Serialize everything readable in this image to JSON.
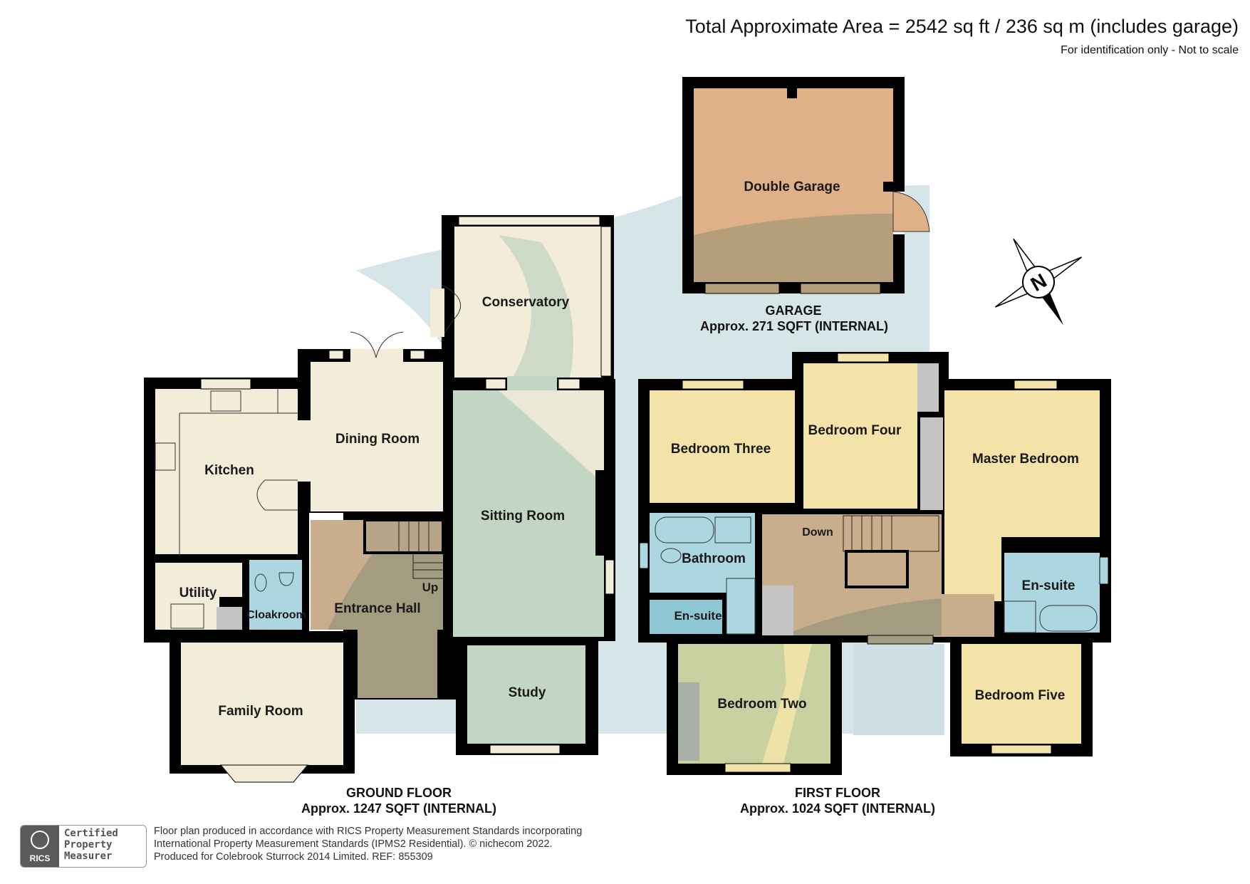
{
  "header": {
    "total_area": "Total Approximate Area = 2542 sq ft / 236 sq m (includes garage)",
    "disclaimer": "For identification only - Not to scale"
  },
  "compass": {
    "label": "N",
    "icon": "north-compass-icon"
  },
  "floors": {
    "garage": {
      "title": "GARAGE",
      "area": "Approx. 271 SQFT (INTERNAL)"
    },
    "ground": {
      "title": "GROUND FLOOR",
      "area": "Approx. 1247 SQFT (INTERNAL)"
    },
    "first": {
      "title": "FIRST FLOOR",
      "area": "Approx. 1024 SQFT (INTERNAL)"
    }
  },
  "rooms": {
    "double_garage": "Double Garage",
    "conservatory": "Conservatory",
    "dining_room": "Dining Room",
    "kitchen": "Kitchen",
    "sitting_room": "Sitting Room",
    "utility": "Utility",
    "cloakroom": "Cloakroom",
    "entrance_hall": "Entrance Hall",
    "up": "Up",
    "family_room": "Family Room",
    "study": "Study",
    "bedroom_three": "Bedroom Three",
    "bedroom_four": "Bedroom Four",
    "master_bedroom": "Master Bedroom",
    "bathroom": "Bathroom",
    "down": "Down",
    "ensuite_1": "En-suite",
    "ensuite_2": "En-suite",
    "bedroom_two": "Bedroom Two",
    "bedroom_five": "Bedroom Five"
  },
  "colors": {
    "wall": "#000000",
    "cream": "#f2ecd9",
    "sage": "#c3d6c3",
    "yellow": "#f3e3a8",
    "blue": "#acd7e0",
    "hall": "#c8ae8c",
    "garage": "#e0b088",
    "cupboard": "#c4c4c4",
    "watermark": "#cfe0e4"
  },
  "footer": {
    "line1": "Floor plan produced in accordance with RICS Property Measurement Standards incorporating",
    "line2": "International Property Measurement Standards (IPMS2 Residential).   © nichecom 2022.",
    "line3": "Produced for Colebrook Sturrock 2014 Limited.   REF:  855309",
    "badge_logo": "RICS",
    "badge_line1": "Certified",
    "badge_line2": "Property",
    "badge_line3": "Measurer"
  }
}
